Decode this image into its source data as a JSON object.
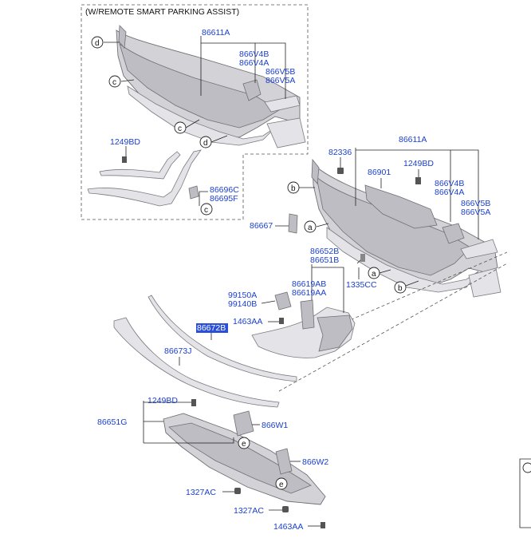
{
  "header_note": "(W/REMOTE SMART PARKING ASSIST)",
  "callouts": {
    "a": "a",
    "b": "b",
    "c": "c",
    "d": "d",
    "e": "e"
  },
  "parts": {
    "p86611A_top": "86611A",
    "p866V4B_top": "866V4B",
    "p866V4A_top": "866V4A",
    "p866V5B_top": "866V5B",
    "p866V5A_top": "866V5A",
    "p1249BD_top": "1249BD",
    "p86696C": "86696C",
    "p86695F": "86695F",
    "p82336": "82336",
    "p86611A": "86611A",
    "p86901": "86901",
    "p1249BD_mid": "1249BD",
    "p866V4B": "866V4B",
    "p866V4A": "866V4A",
    "p866V5B": "866V5B",
    "p866V5A": "866V5A",
    "p86667": "86667",
    "p86652B": "86652B",
    "p86651B": "86651B",
    "p99150A": "99150A",
    "p99140B": "99140B",
    "p86619AB": "86619AB",
    "p86619AA": "86619AA",
    "p1335CC": "1335CC",
    "p1463AA_mid": "1463AA",
    "p86672B": "86672B",
    "p86673J": "86673J",
    "p1249BD_bot": "1249BD",
    "p86651G": "86651G",
    "p866W1": "866W1",
    "p866W2": "866W2",
    "p1327AC_a": "1327AC",
    "p1327AC_b": "1327AC",
    "p1463AA_bot": "1463AA"
  },
  "highlight_color": "#2b50d8",
  "label_color": "#1a3fd0"
}
